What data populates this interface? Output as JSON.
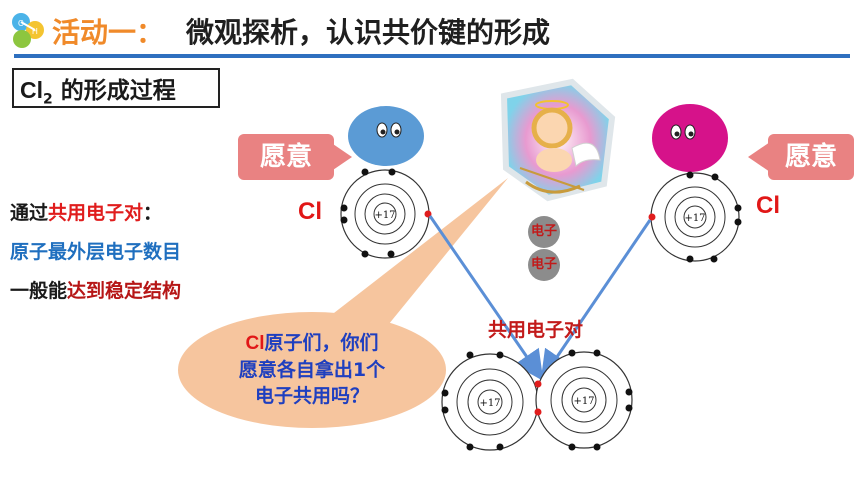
{
  "header": {
    "title_part1": "活动一：",
    "title_part2": "微观探析，认识共价键的形成",
    "logo_letters": [
      "C",
      "H"
    ]
  },
  "subtitle": {
    "element": "Cl",
    "subscript": "2",
    "rest": " 的形成过程"
  },
  "left_text": {
    "line1_prefix": "通过",
    "line1_highlight": "共用电子对",
    "line1_suffix": "：",
    "line2": "原子最外层电子数目",
    "line3_prefix": "一般能",
    "line3_highlight": "达到稳定结构"
  },
  "wish_left": "愿意",
  "wish_right": "愿意",
  "atom_left_symbol": "Cl",
  "atom_right_symbol": "Cl",
  "nucleus_label": "+17",
  "electron_ball_1": "电子",
  "electron_ball_2": "电子",
  "shared_pair_label": "共用电子对",
  "bubble": {
    "line1_cl": "Cl",
    "line1_rest": "原子们，你们",
    "line2": "愿意各自拿出1个",
    "line3": "电子共用吗？"
  },
  "colors": {
    "accent_orange": "#f08a2a",
    "title_blue": "#2e6fbf",
    "wish_pink": "#e98282",
    "atom_blue": "#5b9bd5",
    "atom_magenta": "#d6128a",
    "arrow_blue": "#5b8fd6",
    "bubble_peach": "#f6c59e"
  }
}
